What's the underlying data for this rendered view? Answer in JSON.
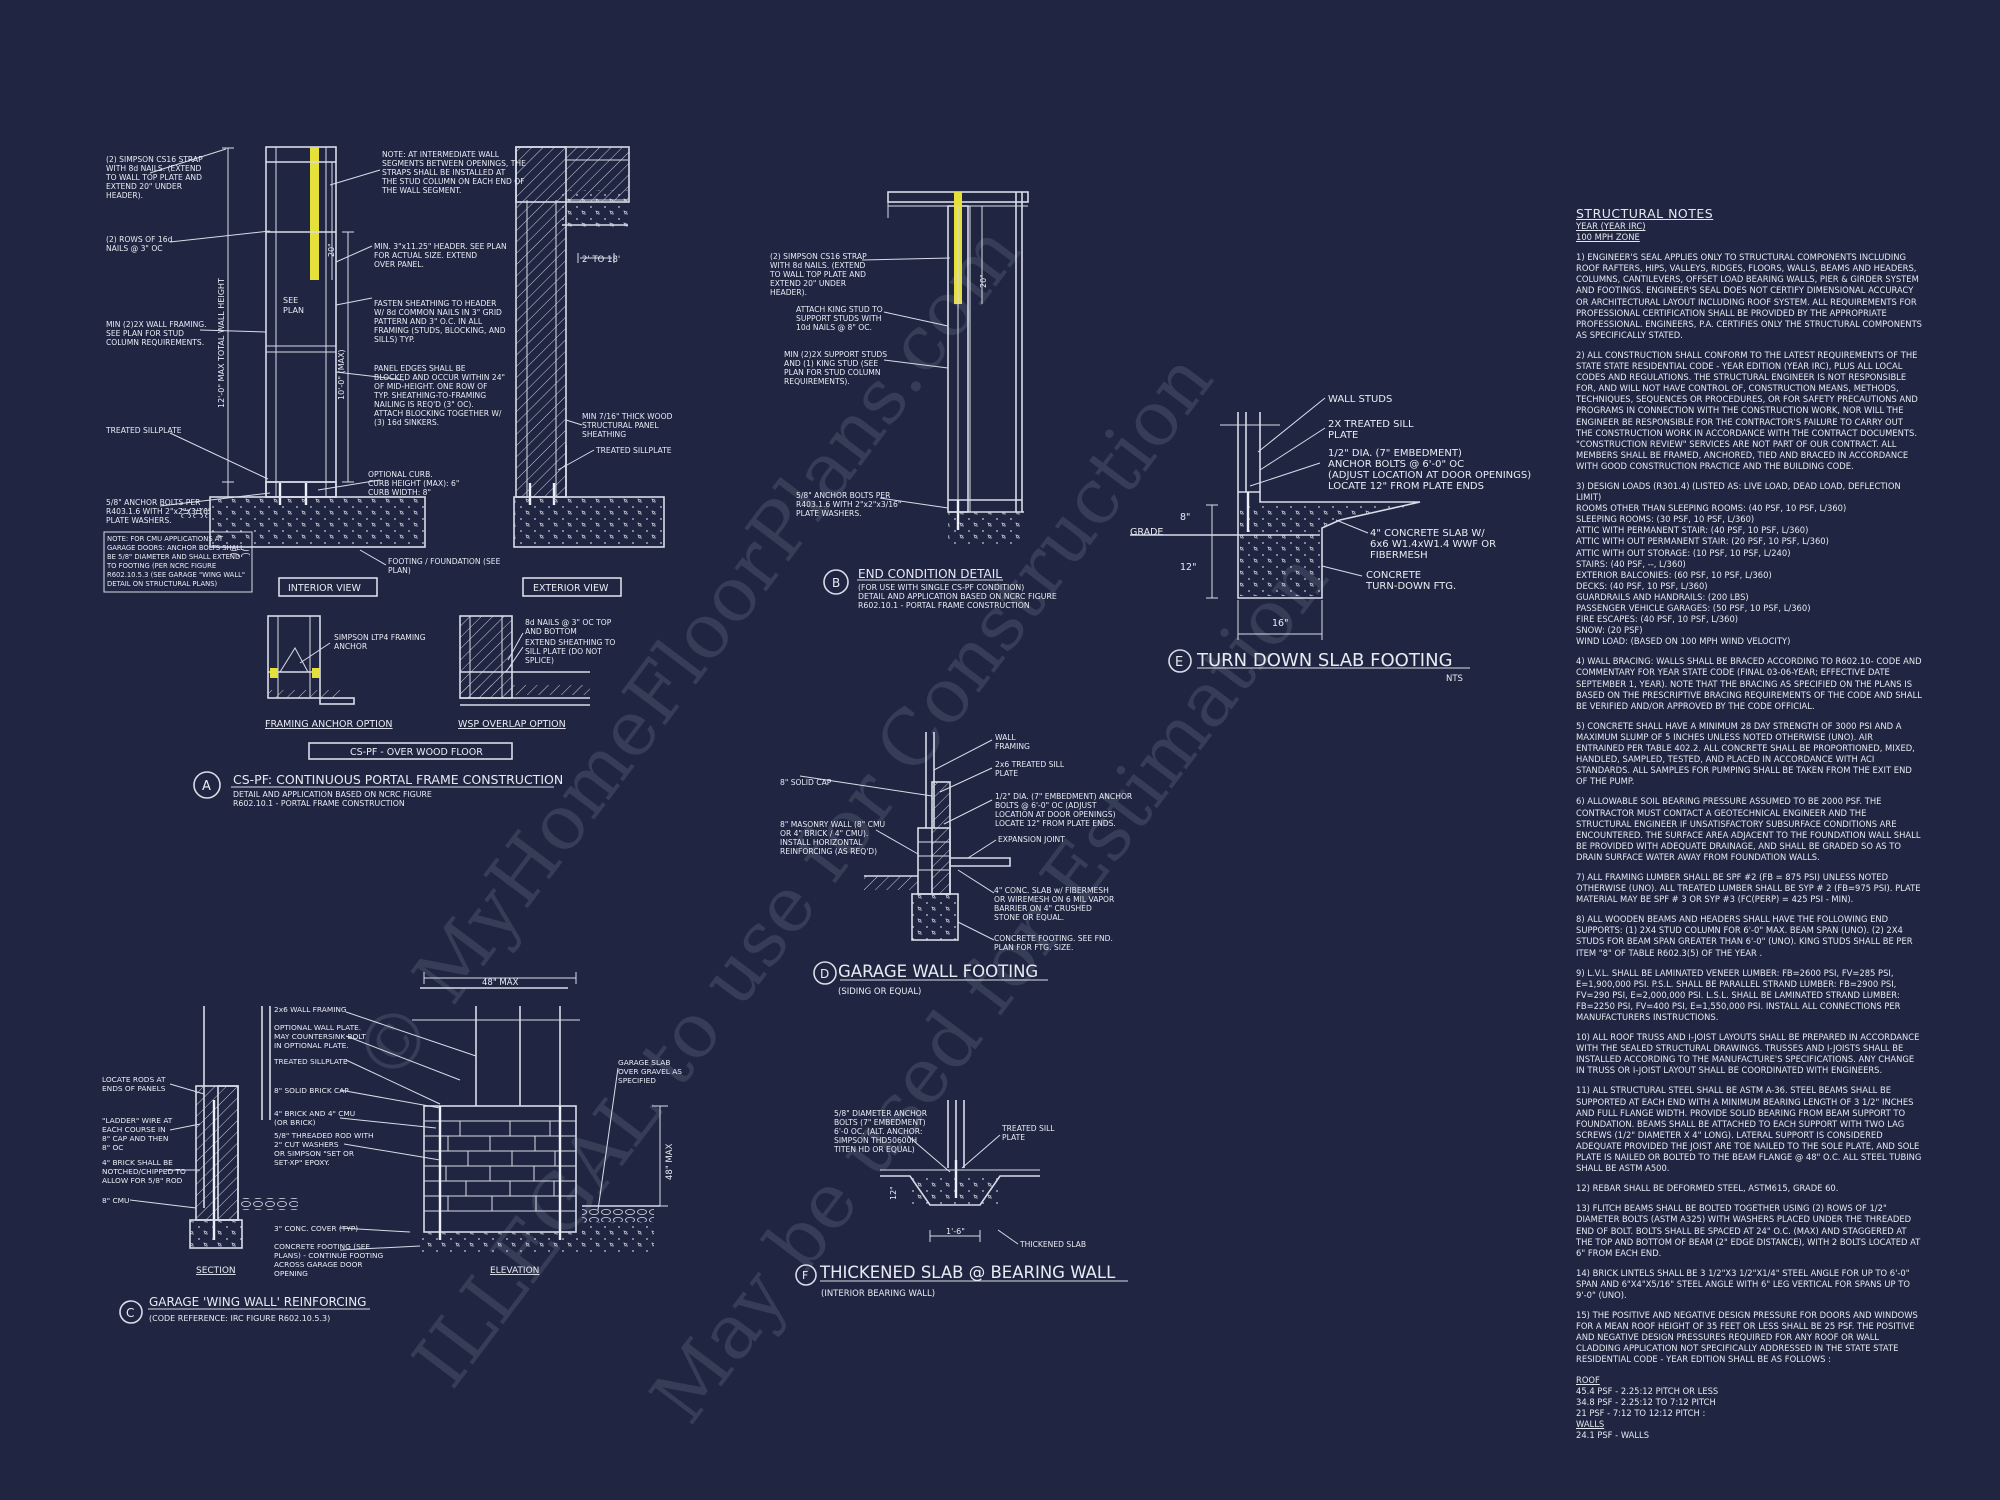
{
  "palette": {
    "background": "#202641",
    "linework": "#d9dce8",
    "highlight": "#e6e03a"
  },
  "watermark": {
    "line1": "© MyHomeFloorPlans.com",
    "line2": "ILLEGAL to use for Construction",
    "line3": "May be used for Estimation"
  },
  "detail_a": {
    "letter": "A",
    "title": "CS-PF: CONTINUOUS PORTAL FRAME CONSTRUCTION",
    "sub1": "DETAIL AND APPLICATION BASED ON NCRC FIGURE",
    "sub2": "R602.10.1 - PORTAL FRAME CONSTRUCTION",
    "interior_label": "INTERIOR VIEW",
    "exterior_label": "EXTERIOR VIEW",
    "framing_anchor": "FRAMING ANCHOR OPTION",
    "wsp_overlap": "WSP OVERLAP OPTION",
    "over_wood_floor": "CS-PF - OVER WOOD FLOOR",
    "note_strap": [
      "(2) SIMPSON CS16 STRAP",
      "WITH 8d NAILS. (EXTEND",
      "TO WALL TOP PLATE AND",
      "EXTEND 20\" UNDER",
      "HEADER)."
    ],
    "note_rows": [
      "(2) ROWS OF 16d",
      "NAILS @ 3\" OC"
    ],
    "note_framing": [
      "MIN (2)2X WALL FRAMING.",
      "SEE PLAN FOR STUD",
      "COLUMN REQUIREMENTS."
    ],
    "note_sill": "TREATED SILLPLATE",
    "note_bolts": [
      "5/8\" ANCHOR BOLTS PER",
      "R403.1.6 WITH 2\"x2\"x3/16\"",
      "PLATE WASHERS."
    ],
    "note_cmu": [
      "NOTE: FOR CMU APPLICATIONS AT",
      "GARAGE DOORS: ANCHOR BOLTS SHALL",
      "BE 5/8\" DIAMETER AND SHALL EXTEND",
      "TO FOOTING (PER NCRC FIGURE",
      "R602.10.5.3 (SEE GARAGE \"WING WALL\"",
      "DETAIL ON STRUCTURAL PLANS)"
    ],
    "note_intermediate": [
      "NOTE: AT INTERMEDIATE WALL",
      "SEGMENTS BETWEEN OPENINGS, THE",
      "STRAPS SHALL BE INSTALLED AT",
      "THE STUD COLUMN ON EACH END OF",
      "THE WALL SEGMENT."
    ],
    "note_header": [
      "MIN. 3\"x11.25\" HEADER. SEE PLAN",
      "FOR ACTUAL SIZE. EXTEND",
      "OVER PANEL."
    ],
    "note_fasten": [
      "FASTEN SHEATHING TO HEADER",
      "W/ 8d COMMON NAILS IN 3\" GRID",
      "PATTERN AND 3\" O.C. IN ALL",
      "FRAMING (STUDS, BLOCKING, AND",
      "SILLS) TYP."
    ],
    "note_panel": [
      "PANEL EDGES SHALL BE",
      "BLOCKED AND OCCUR WITHIN 24\"",
      "OF MID-HEIGHT. ONE ROW OF",
      "TYP. SHEATHING-TO-FRAMING",
      "NAILING IS REQ'D (3\" OC).",
      "ATTACH BLOCKING TOGETHER W/",
      "(3) 16d SINKERS."
    ],
    "note_curb": [
      "OPTIONAL CURB.",
      "CURB HEIGHT (MAX): 6\"",
      "CURB WIDTH: 8\""
    ],
    "note_footing": [
      "FOOTING / FOUNDATION (SEE",
      "PLAN)"
    ],
    "note_wood": [
      "MIN 7/16\" THICK WOOD",
      "STRUCTURAL PANEL",
      "SHEATHING"
    ],
    "note_sill2": "TREATED SILLPLATE",
    "note_ltp4": [
      "SIMPSON LTP4 FRAMING",
      "ANCHOR"
    ],
    "note_8d": [
      "8d NAILS @ 3\" OC TOP",
      "AND BOTTOM"
    ],
    "note_extend": [
      "EXTEND SHEATHING TO",
      "SILL PLATE (DO NOT",
      "SPLICE)"
    ],
    "dim_total": "12'-0\" MAX TOTAL WALL HEIGHT",
    "dim_10": "10'-0\" (MAX)",
    "dim_20": "20\"",
    "dim_see": "SEE",
    "dim_plan": "PLAN",
    "dim_2to18": "2' TO 18'"
  },
  "detail_b": {
    "letter": "B",
    "title": "END CONDITION DETAIL",
    "sub1": "(FOR USE WITH SINGLE CS-PF CONDITION)",
    "sub2": "DETAIL AND APPLICATION BASED ON NCRC FIGURE",
    "sub3": "R602.10.1 - PORTAL FRAME CONSTRUCTION",
    "note_strap": [
      "(2) SIMPSON CS16 STRAP",
      "WITH 8d NAILS. (EXTEND",
      "TO WALL TOP PLATE AND",
      "EXTEND 20\" UNDER",
      "HEADER)."
    ],
    "note_king": [
      "ATTACH KING STUD TO",
      "SUPPORT STUDS WITH",
      "10d NAILS @ 8\" OC."
    ],
    "note_support": [
      "MIN (2)2X SUPPORT STUDS",
      "AND (1) KING STUD (SEE",
      "PLAN FOR STUD COLUMN",
      "REQUIREMENTS)."
    ],
    "note_bolts": [
      "5/8\" ANCHOR BOLTS PER",
      "R403.1.6 WITH 2\"x2\"x3/16\"",
      "PLATE WASHERS."
    ],
    "dim_20": "20\""
  },
  "detail_c": {
    "letter": "C",
    "title": "GARAGE 'WING WALL' REINFORCING",
    "sub1": "(CODE REFERENCE: IRC FIGURE R602.10.5.3)",
    "section_label": "SECTION",
    "elevation_label": "ELEVATION",
    "dim_48": "48\" MAX",
    "notes_left": [
      "LOCATE RODS AT",
      "ENDS OF PANELS"
    ],
    "notes_ladder": [
      "\"LADDER\" WIRE AT",
      "EACH COURSE IN",
      "8\" CAP AND THEN",
      "8\" OC"
    ],
    "notes_brick": [
      "4\" BRICK SHALL BE",
      "NOTCHED/CHIPPED TO",
      "ALLOW FOR 5/8\" ROD"
    ],
    "note_cmu": "8\" CMU",
    "note_2x6": "2x6 WALL FRAMING",
    "note_optional": [
      "OPTIONAL WALL PLATE.",
      "MAY COUNTERSINK BOLT",
      "IN OPTIONAL PLATE."
    ],
    "note_sill": "TREATED SILLPLATE",
    "note_solid": "8\" SOLID BRICK CAP",
    "note_brick": [
      "4\" BRICK AND 4\" CMU",
      "(OR BRICK)"
    ],
    "note_rod": [
      "5/8\" THREADED ROD WITH",
      "2\" CUT WASHERS",
      "OR SIMPSON \"SET OR",
      "SET-XP\" EPOXY."
    ],
    "note_cover": "3\" CONC. COVER (TYP)",
    "note_footing": [
      "CONCRETE FOOTING (SEE",
      "PLANS) - CONTINUE FOOTING",
      "ACROSS GARAGE DOOR",
      "OPENING"
    ],
    "note_garage": [
      "GARAGE SLAB",
      "OVER GRAVEL AS",
      "SPECIFIED"
    ]
  },
  "detail_d": {
    "letter": "D",
    "title": "GARAGE WALL FOOTING",
    "sub1": "(SIDING OR EQUAL)",
    "note_cap": "8\" SOLID CAP",
    "note_masonry": [
      "8\" MASONRY WALL (8\" CMU",
      "OR 4\" BRICK / 4\" CMU).",
      "INSTALL HORIZONTAL",
      "REINFORCING (AS REQ'D)"
    ],
    "note_wall": [
      "WALL",
      "FRAMING"
    ],
    "note_sill": [
      "2x6 TREATED SILL",
      "PLATE"
    ],
    "note_anchor": [
      "1/2\" DIA. (7\" EMBEDMENT) ANCHOR",
      "BOLTS @ 6'-0\" OC (ADJUST",
      "LOCATION AT DOOR OPENINGS)",
      "LOCATE 12\" FROM PLATE ENDS."
    ],
    "note_joint": "EXPANSION JOINT",
    "note_slab": [
      "4\" CONC. SLAB w/ FIBERMESH",
      "OR WIREMESH ON 6 MIL VAPOR",
      "BARRIER ON 4\" CRUSHED",
      "STONE OR EQUAL."
    ],
    "note_footing": [
      "CONCRETE FOOTING. SEE FND.",
      "PLAN FOR FTG. SIZE."
    ]
  },
  "detail_e": {
    "letter": "E",
    "title": "TURN DOWN SLAB FOOTING",
    "nts": "NTS",
    "note_studs": "WALL STUDS",
    "note_sill": [
      "2X TREATED SILL",
      "PLATE"
    ],
    "note_anchor": [
      "1/2\" DIA. (7\" EMBEDMENT)",
      "ANCHOR BOLTS @ 6'-0\" OC",
      "(ADJUST LOCATION AT DOOR OPENINGS)",
      "LOCATE 12\" FROM PLATE ENDS"
    ],
    "note_slab": [
      "4\" CONCRETE SLAB W/",
      "6x6 W1.4xW1.4 WWF OR",
      "FIBERMESH"
    ],
    "note_turn": [
      "CONCRETE",
      "TURN-DOWN FTG."
    ],
    "grade": "GRADE",
    "dim_8": "8\"",
    "dim_12": "12\"",
    "dim_16": "16\""
  },
  "detail_f": {
    "letter": "F",
    "title": "THICKENED SLAB @ BEARING WALL",
    "sub1": "(INTERIOR BEARING WALL)",
    "note_anchor": [
      "5/8\" DIAMETER ANCHOR",
      "BOLTS (7\" EMBEDMENT)",
      "6'-0 OC. (ALT. ANCHOR:",
      "SIMPSON THD50600H",
      "TITEN HD OR EQUAL)"
    ],
    "note_sill": [
      "TREATED SILL",
      "PLATE"
    ],
    "note_thick": "THICKENED SLAB",
    "dim_16": "1'-6\"",
    "dim_12": "12\""
  },
  "structural_notes": {
    "title": "STRUCTURAL NOTES",
    "sub1": "YEAR (YEAR IRC)",
    "sub2": "100 mph ZONE",
    "items": [
      "1) ENGINEER'S SEAL APPLIES ONLY TO STRUCTURAL COMPONENTS INCLUDING ROOF RAFTERS, HIPS, VALLEYS, RIDGES, FLOORS, WALLS, BEAMS AND HEADERS, COLUMNS, CANTILEVERS, OFFSET LOAD BEARING WALLS, PIER & GIRDER SYSTEM AND FOOTINGS. ENGINEER'S SEAL DOES NOT CERTIFY DIMENSIONAL ACCURACY OR ARCHITECTURAL LAYOUT INCLUDING ROOF SYSTEM. ALL REQUIREMENTS FOR PROFESSIONAL CERTIFICATION SHALL BE PROVIDED BY THE APPROPRIATE PROFESSIONAL. ENGINEERS, P.A. CERTIFIES ONLY THE STRUCTURAL COMPONENTS AS SPECIFICALLY STATED.",
      "2) ALL CONSTRUCTION SHALL CONFORM TO THE LATEST REQUIREMENTS OF THE STATE STATE RESIDENTIAL CODE - YEAR EDITION (YEAR IRC), PLUS ALL LOCAL CODES AND REGULATIONS. THE STRUCTURAL ENGINEER IS NOT RESPONSIBLE FOR, AND WILL NOT HAVE CONTROL OF, CONSTRUCTION MEANS, METHODS, TECHNIQUES, SEQUENCES OR PROCEDURES, OR FOR SAFETY PRECAUTIONS AND PROGRAMS IN CONNECTION WITH THE CONSTRUCTION WORK, NOR WILL THE ENGINEER BE RESPONSIBLE FOR THE CONTRACTOR'S FAILURE TO CARRY OUT THE CONSTRUCTION WORK IN ACCORDANCE WITH THE CONTRACT DOCUMENTS. \"CONSTRUCTION REVIEW\" SERVICES ARE NOT PART OF OUR CONTRACT. ALL MEMBERS SHALL BE FRAMED, ANCHORED, TIED AND BRACED IN ACCORDANCE WITH GOOD CONSTRUCTION PRACTICE AND THE BUILDING CODE.",
      "3) DESIGN LOADS (R301.4) (LISTED AS: LIVE LOAD, DEAD LOAD, DEFLECTION LIMIT)\nROOMS OTHER THAN SLEEPING ROOMS: (40 PSF, 10 PSF, L/360)\nSLEEPING ROOMS: (30 PSF, 10 PSF, L/360)\nATTIC WITH PERMANENT STAIR: (40 PSF, 10 PSF, L/360)\nATTIC WITH OUT PERMANENT STAIR: (20 PSF, 10 PSF, L/360)\nATTIC WITH OUT STORAGE: (10 PSF, 10 PSF, L/240)\nSTAIRS: (40 PSF, --, L/360)\nEXTERIOR BALCONIES: (60 PSF, 10 PSF, L/360)\nDECKS: (40 PSF, 10 PSF, L/360)\nGUARDRAILS AND HANDRAILS: (200 LBS)\nPASSENGER VEHICLE GARAGES: (50 PSF, 10 PSF, L/360)\nFIRE ESCAPES: (40 PSF, 10 PSF, L/360)\nSNOW: (20 PSF)\nWIND LOAD: (BASED ON 100 MPH WIND VELOCITY)",
      "4) WALL BRACING: WALLS SHALL BE BRACED ACCORDING TO R602.10- CODE AND COMMENTARY FOR YEAR STATE CODE (FINAL 03-06-YEAR; EFFECTIVE DATE SEPTEMBER 1, YEAR). NOTE THAT THE BRACING AS SPECIFIED ON THE PLANS IS BASED ON THE PRESCRIPTIVE BRACING REQUIREMENTS OF THE CODE AND SHALL BE VERIFIED AND/OR APPROVED BY THE CODE OFFICIAL.",
      "5) CONCRETE SHALL HAVE A MINIMUM 28 DAY STRENGTH OF 3000 PSI AND A MAXIMUM SLUMP OF 5 INCHES UNLESS NOTED OTHERWISE (UNO). AIR ENTRAINED PER TABLE 402.2. ALL CONCRETE SHALL BE PROPORTIONED, MIXED, HANDLED, SAMPLED, TESTED, AND PLACED IN ACCORDANCE WITH ACI STANDARDS. ALL SAMPLES FOR PUMPING SHALL BE TAKEN FROM THE EXIT END OF THE PUMP.",
      "6) ALLOWABLE SOIL BEARING PRESSURE ASSUMED TO BE 2000 PSF. THE CONTRACTOR MUST CONTACT A GEOTECHNICAL ENGINEER AND THE STRUCTURAL ENGINEER IF UNSATISFACTORY SUBSURFACE CONDITIONS ARE ENCOUNTERED. THE SURFACE AREA ADJACENT TO THE FOUNDATION WALL SHALL BE PROVIDED WITH ADEQUATE DRAINAGE, AND SHALL BE GRADED SO AS TO DRAIN SURFACE WATER AWAY FROM FOUNDATION WALLS.",
      "7) ALL FRAMING LUMBER SHALL BE SPF #2 (Fb = 875 PSI) UNLESS NOTED OTHERWISE (UNO). ALL TREATED LUMBER SHALL BE SYP # 2 (Fb=975 PSI). PLATE MATERIAL MAY BE SPF # 3 OR SYP #3 (Fc(perp) = 425 PSI - MIN).",
      "8) ALL WOODEN BEAMS AND HEADERS SHALL HAVE THE FOLLOWING END SUPPORTS: (1) 2x4 STUD COLUMN FOR 6'-0\" MAX. BEAM SPAN (UNO). (2) 2x4 STUDS FOR BEAM SPAN GREATER THAN 6'-0\" (UNO). KING STUDS SHALL BE PER ITEM \"8\" OF TABLE R602.3(5) OF THE YEAR .",
      "9) L.V.L. SHALL BE LAMINATED VENEER LUMBER: Fb=2600 PSI, Fv=285 PSI, E=1,900,000 PSI. P.S.L. SHALL BE PARALLEL STRAND LUMBER: Fb=2900 PSI, Fv=290 PSI, E=2,000,000 PSI. L.S.L. SHALL BE LAMINATED STRAND LUMBER: Fb=2250 PSI, Fv=400 PSI, E=1,550,000 PSI. INSTALL ALL CONNECTIONS PER MANUFACTURERS INSTRUCTIONS.",
      "10) ALL ROOF TRUSS AND I-JOIST LAYOUTS SHALL BE PREPARED IN ACCORDANCE WITH THE SEALED STRUCTURAL DRAWINGS. TRUSSES AND I-JOISTS SHALL BE INSTALLED ACCORDING TO THE MANUFACTURE'S SPECIFICATIONS. ANY CHANGE IN TRUSS OR I-JOIST LAYOUT SHALL BE COORDINATED WITH ENGINEERS.",
      "11) ALL STRUCTURAL STEEL SHALL BE ASTM A-36. STEEL BEAMS SHALL BE SUPPORTED AT EACH END WITH A MINIMUM BEARING LENGTH OF 3 1/2\" INCHES AND FULL FLANGE WIDTH. PROVIDE SOLID BEARING FROM BEAM SUPPORT TO FOUNDATION. BEAMS SHALL BE ATTACHED TO EACH SUPPORT WITH TWO LAG SCREWS (1/2\" DIAMETER x 4\" LONG). LATERAL SUPPORT IS CONSIDERED ADEQUATE PROVIDED THE JOIST ARE TOE NAILED TO THE SOLE PLATE, AND SOLE PLATE IS NAILED OR BOLTED TO THE BEAM FLANGE @ 48\" O.C. ALL STEEL TUBING SHALL BE ASTM A500.",
      "12) REBAR SHALL BE DEFORMED STEEL, ASTM615, GRADE 60.",
      "13) FLITCH BEAMS SHALL BE BOLTED TOGETHER USING (2) ROWS OF 1/2\" DIAMETER BOLTS (ASTM A325) WITH WASHERS PLACED UNDER THE THREADED END OF BOLT. BOLTS SHALL BE SPACED AT 24\" O.C. (MAX) AND STAGGERED AT THE TOP AND BOTTOM OF BEAM (2\" EDGE DISTANCE), WITH 2 BOLTS LOCATED AT 6\" FROM EACH END.",
      "14) BRICK LINTELS SHALL BE 3 1/2\"x3 1/2\"x1/4\" STEEL ANGLE FOR UP TO 6'-0\" SPAN AND 6\"x4\"x5/16\" STEEL ANGLE WITH 6\" LEG VERTICAL FOR SPANS UP TO 9'-0\" (UNO).",
      "15) THE POSITIVE AND NEGATIVE DESIGN PRESSURE FOR DOORS AND WINDOWS FOR A MEAN ROOF HEIGHT OF 35 FEET OR LESS SHALL BE 25 PSF. THE POSITIVE AND NEGATIVE DESIGN PRESSURES REQUIRED FOR ANY ROOF OR WALL CLADDING APPLICATION NOT SPECIFICALLY ADDRESSED IN THE STATE STATE RESIDENTIAL CODE - YEAR EDITION SHALL BE AS FOLLOWS :"
    ],
    "roof_head": "ROOF",
    "roof_lines": [
      "45.4 PSF - 2.25:12 PITCH OR LESS",
      "34.8 PSF - 2.25:12 TO 7:12 PITCH",
      "21 PSF - 7:12 TO 12:12 PITCH :"
    ],
    "walls_head": "WALLS",
    "walls_lines": [
      "24.1 PSF - WALLS"
    ]
  }
}
